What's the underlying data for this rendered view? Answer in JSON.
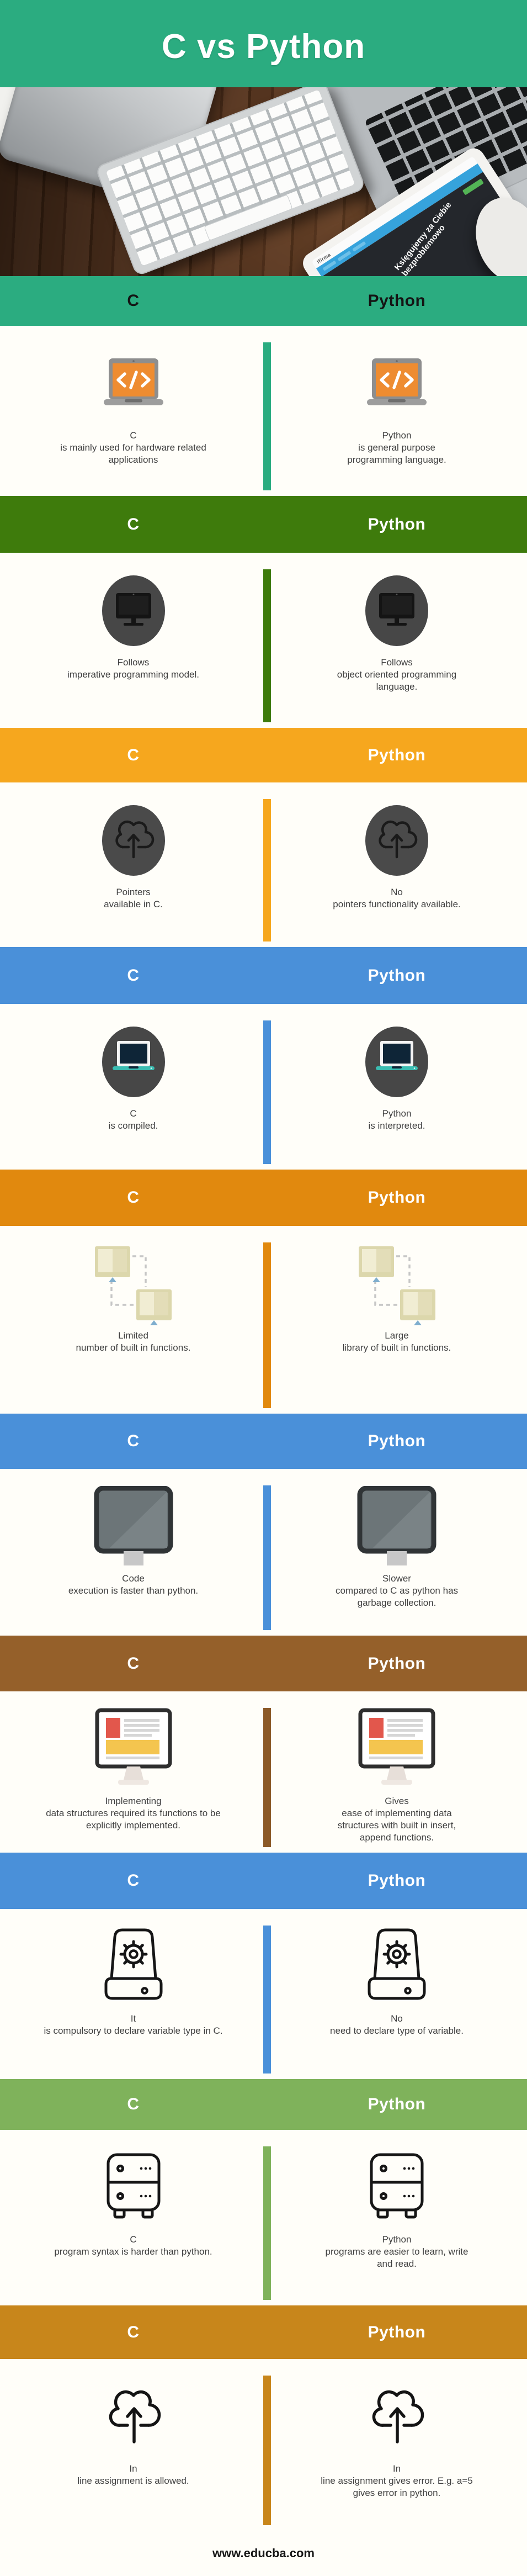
{
  "title": "C vs Python",
  "footer_url": "www.educba.com",
  "theme": {
    "title_band_bg": "#2BAC80",
    "body_bg": "#FFFEF9",
    "body_text": "#404040"
  },
  "photo": {
    "tablet_brand": "ifirma",
    "tablet_headline": "Księgujemy za Ciebie bezproblemowo"
  },
  "sections": [
    {
      "topic": "usage",
      "header": {
        "c": "C",
        "python": "Python"
      },
      "header_bg": "#2BAC80",
      "header_text": "#141414",
      "accent": "#2BAC80",
      "icon": "laptop-code",
      "c_lines": [
        "C",
        "is mainly used for hardware related",
        "applications"
      ],
      "python_lines": [
        "Python",
        "is general purpose",
        "programming language."
      ]
    },
    {
      "topic": "paradigm",
      "header": {
        "c": "C",
        "python": "Python"
      },
      "header_bg": "#3E7B0C",
      "header_text": "#FFFFFF",
      "accent": "#3E7B0C",
      "icon": "monitor-oval",
      "c_lines": [
        "Follows",
        "imperative programming model."
      ],
      "python_lines": [
        "Follows",
        "object oriented programming",
        "language."
      ]
    },
    {
      "topic": "pointers",
      "header": {
        "c": "C",
        "python": "Python"
      },
      "header_bg": "#F6A71E",
      "header_text": "#FFFFFF",
      "accent": "#F6A71E",
      "icon": "cloud-upload-oval",
      "c_lines": [
        "Pointers",
        "available in C."
      ],
      "python_lines": [
        "No",
        "pointers functionality available."
      ]
    },
    {
      "topic": "compilation",
      "header": {
        "c": "C",
        "python": "Python"
      },
      "header_bg": "#4A90D9",
      "header_text": "#FFFFFF",
      "accent": "#4A90D9",
      "icon": "laptop-screen-oval",
      "c_lines": [
        "C",
        "is compiled."
      ],
      "python_lines": [
        "Python",
        "is interpreted."
      ]
    },
    {
      "topic": "built-in-functions",
      "header": {
        "c": "C",
        "python": "Python"
      },
      "header_bg": "#E1890E",
      "header_text": "#FFFFFF",
      "accent": "#E1890E",
      "icon": "linked-monitors",
      "c_lines": [
        "Limited",
        "number of built in functions."
      ],
      "python_lines": [
        "Large",
        "library of built in functions."
      ]
    },
    {
      "topic": "execution-speed",
      "header": {
        "c": "C",
        "python": "Python"
      },
      "header_bg": "#4A90D9",
      "header_text": "#FFFFFF",
      "accent": "#4A90D9",
      "icon": "gray-monitor",
      "c_lines": [
        "Code",
        "execution is faster than python."
      ],
      "python_lines": [
        "Slower",
        "compared to C as python has",
        "garbage collection."
      ]
    },
    {
      "topic": "data-structures",
      "header": {
        "c": "C",
        "python": "Python"
      },
      "header_bg": "#95602A",
      "header_text": "#FFFFFF",
      "accent": "#8C5A28",
      "icon": "desktop-webpage",
      "c_lines": [
        "Implementing",
        "data structures required its functions to be",
        "explicitly implemented."
      ],
      "python_lines": [
        "Gives",
        "ease of implementing data",
        "structures with built in insert,",
        "append functions."
      ]
    },
    {
      "topic": "variable-declaration",
      "header": {
        "c": "C",
        "python": "Python"
      },
      "header_bg": "#4A90D9",
      "header_text": "#FFFFFF",
      "accent": "#4A90D9",
      "icon": "gear-device",
      "c_lines": [
        "It",
        "is compulsory to declare variable type in C."
      ],
      "python_lines": [
        "No",
        "need to declare type of variable."
      ]
    },
    {
      "topic": "syntax",
      "header": {
        "c": "C",
        "python": "Python"
      },
      "header_bg": "#7FB25B",
      "header_text": "#FFFFFF",
      "accent": "#7FB25B",
      "icon": "server-rack",
      "c_lines": [
        "C",
        "program syntax is harder than python."
      ],
      "python_lines": [
        "Python",
        "programs are easier to learn, write",
        "and read."
      ]
    },
    {
      "topic": "inline-assignment",
      "header": {
        "c": "C",
        "python": "Python"
      },
      "header_bg": "#C8861B",
      "header_text": "#FFFFFF",
      "accent": "#C8861B",
      "icon": "cloud-upload",
      "c_lines": [
        "In",
        "line assignment is allowed."
      ],
      "python_lines": [
        "In",
        "line assignment gives error. E.g. a=5",
        "gives error in python."
      ]
    }
  ]
}
